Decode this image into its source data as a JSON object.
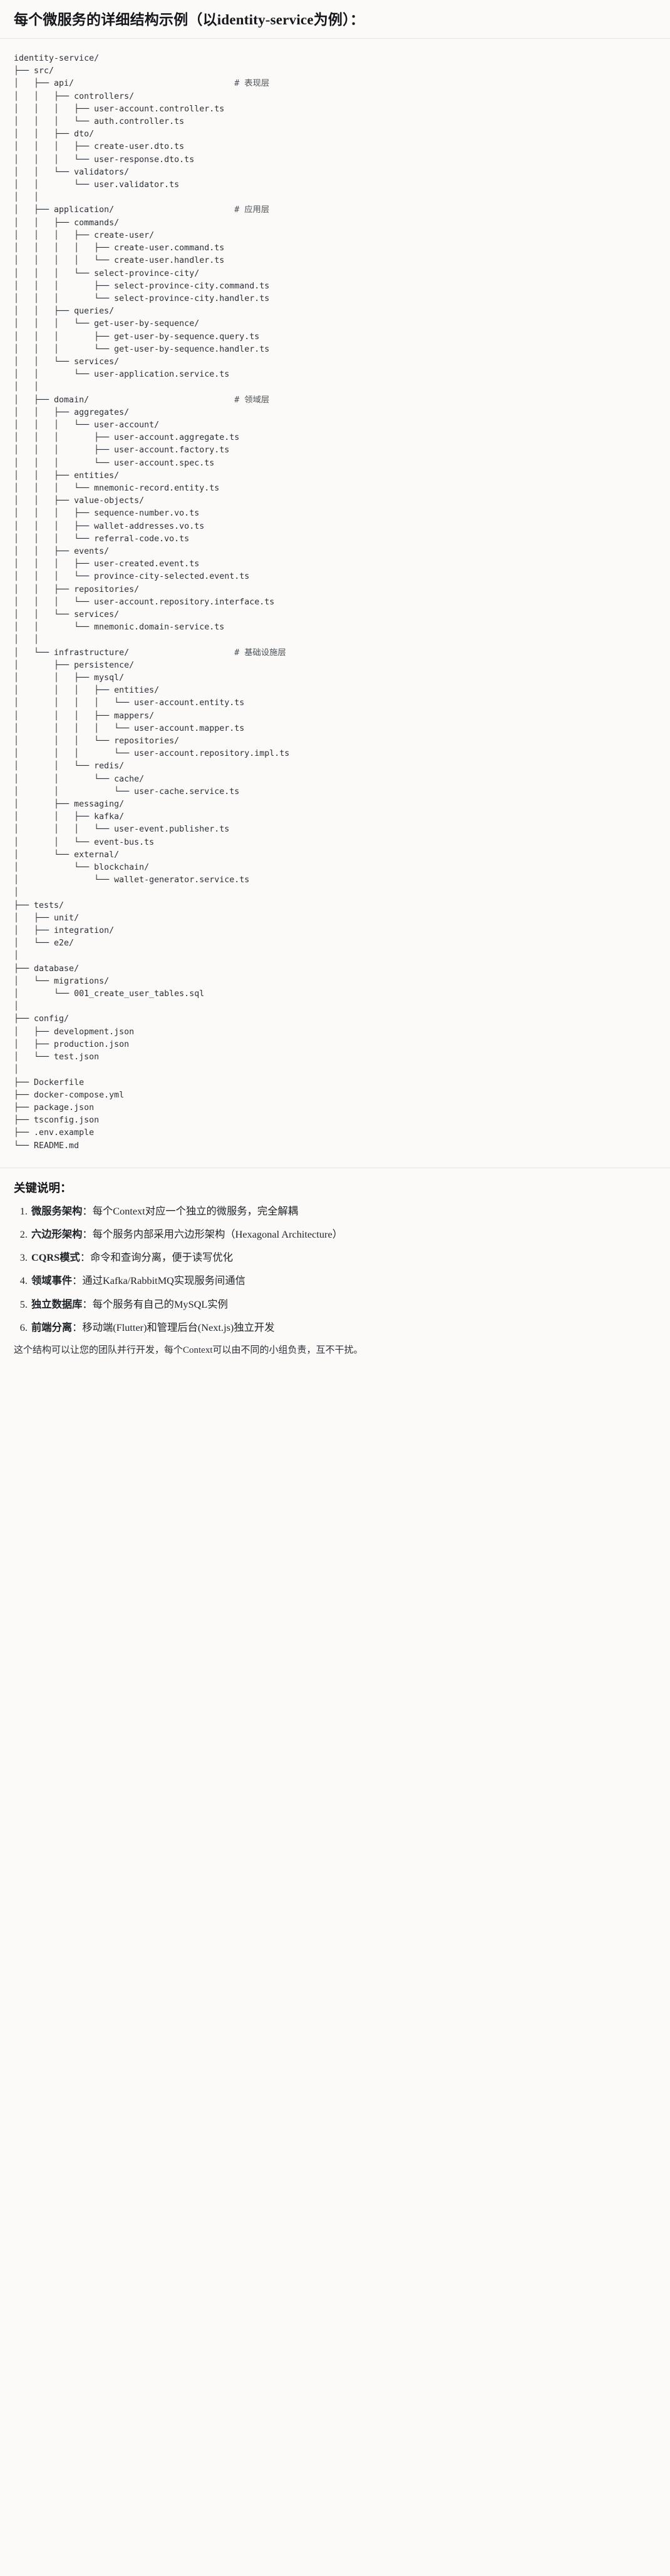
{
  "heading": "每个微服务的详细结构示例（以identity-service为例）：",
  "tree": {
    "root": "identity-service/",
    "lines": [
      {
        "prefix": "identity-service/",
        "comment": ""
      },
      {
        "prefix": "├── src/",
        "comment": ""
      },
      {
        "prefix": "│   ├── api/",
        "comment": "# 表现层"
      },
      {
        "prefix": "│   │   ├── controllers/",
        "comment": ""
      },
      {
        "prefix": "│   │   │   ├── user-account.controller.ts",
        "comment": ""
      },
      {
        "prefix": "│   │   │   └── auth.controller.ts",
        "comment": ""
      },
      {
        "prefix": "│   │   ├── dto/",
        "comment": ""
      },
      {
        "prefix": "│   │   │   ├── create-user.dto.ts",
        "comment": ""
      },
      {
        "prefix": "│   │   │   └── user-response.dto.ts",
        "comment": ""
      },
      {
        "prefix": "│   │   └── validators/",
        "comment": ""
      },
      {
        "prefix": "│   │       └── user.validator.ts",
        "comment": ""
      },
      {
        "prefix": "│   │",
        "comment": ""
      },
      {
        "prefix": "│   ├── application/",
        "comment": "# 应用层"
      },
      {
        "prefix": "│   │   ├── commands/",
        "comment": ""
      },
      {
        "prefix": "│   │   │   ├── create-user/",
        "comment": ""
      },
      {
        "prefix": "│   │   │   │   ├── create-user.command.ts",
        "comment": ""
      },
      {
        "prefix": "│   │   │   │   └── create-user.handler.ts",
        "comment": ""
      },
      {
        "prefix": "│   │   │   └── select-province-city/",
        "comment": ""
      },
      {
        "prefix": "│   │   │       ├── select-province-city.command.ts",
        "comment": ""
      },
      {
        "prefix": "│   │   │       └── select-province-city.handler.ts",
        "comment": ""
      },
      {
        "prefix": "│   │   ├── queries/",
        "comment": ""
      },
      {
        "prefix": "│   │   │   └── get-user-by-sequence/",
        "comment": ""
      },
      {
        "prefix": "│   │   │       ├── get-user-by-sequence.query.ts",
        "comment": ""
      },
      {
        "prefix": "│   │   │       └── get-user-by-sequence.handler.ts",
        "comment": ""
      },
      {
        "prefix": "│   │   └── services/",
        "comment": ""
      },
      {
        "prefix": "│   │       └── user-application.service.ts",
        "comment": ""
      },
      {
        "prefix": "│   │",
        "comment": ""
      },
      {
        "prefix": "│   ├── domain/",
        "comment": "# 领域层"
      },
      {
        "prefix": "│   │   ├── aggregates/",
        "comment": ""
      },
      {
        "prefix": "│   │   │   └── user-account/",
        "comment": ""
      },
      {
        "prefix": "│   │   │       ├── user-account.aggregate.ts",
        "comment": ""
      },
      {
        "prefix": "│   │   │       ├── user-account.factory.ts",
        "comment": ""
      },
      {
        "prefix": "│   │   │       └── user-account.spec.ts",
        "comment": ""
      },
      {
        "prefix": "│   │   ├── entities/",
        "comment": ""
      },
      {
        "prefix": "│   │   │   └── mnemonic-record.entity.ts",
        "comment": ""
      },
      {
        "prefix": "│   │   ├── value-objects/",
        "comment": ""
      },
      {
        "prefix": "│   │   │   ├── sequence-number.vo.ts",
        "comment": ""
      },
      {
        "prefix": "│   │   │   ├── wallet-addresses.vo.ts",
        "comment": ""
      },
      {
        "prefix": "│   │   │   └── referral-code.vo.ts",
        "comment": ""
      },
      {
        "prefix": "│   │   ├── events/",
        "comment": ""
      },
      {
        "prefix": "│   │   │   ├── user-created.event.ts",
        "comment": ""
      },
      {
        "prefix": "│   │   │   └── province-city-selected.event.ts",
        "comment": ""
      },
      {
        "prefix": "│   │   ├── repositories/",
        "comment": ""
      },
      {
        "prefix": "│   │   │   └── user-account.repository.interface.ts",
        "comment": ""
      },
      {
        "prefix": "│   │   └── services/",
        "comment": ""
      },
      {
        "prefix": "│   │       └── mnemonic.domain-service.ts",
        "comment": ""
      },
      {
        "prefix": "│   │",
        "comment": ""
      },
      {
        "prefix": "│   └── infrastructure/",
        "comment": "# 基础设施层"
      },
      {
        "prefix": "│       ├── persistence/",
        "comment": ""
      },
      {
        "prefix": "│       │   ├── mysql/",
        "comment": ""
      },
      {
        "prefix": "│       │   │   ├── entities/",
        "comment": ""
      },
      {
        "prefix": "│       │   │   │   └── user-account.entity.ts",
        "comment": ""
      },
      {
        "prefix": "│       │   │   ├── mappers/",
        "comment": ""
      },
      {
        "prefix": "│       │   │   │   └── user-account.mapper.ts",
        "comment": ""
      },
      {
        "prefix": "│       │   │   └── repositories/",
        "comment": ""
      },
      {
        "prefix": "│       │   │       └── user-account.repository.impl.ts",
        "comment": ""
      },
      {
        "prefix": "│       │   └── redis/",
        "comment": ""
      },
      {
        "prefix": "│       │       └── cache/",
        "comment": ""
      },
      {
        "prefix": "│       │           └── user-cache.service.ts",
        "comment": ""
      },
      {
        "prefix": "│       ├── messaging/",
        "comment": ""
      },
      {
        "prefix": "│       │   ├── kafka/",
        "comment": ""
      },
      {
        "prefix": "│       │   │   └── user-event.publisher.ts",
        "comment": ""
      },
      {
        "prefix": "│       │   └── event-bus.ts",
        "comment": ""
      },
      {
        "prefix": "│       └── external/",
        "comment": ""
      },
      {
        "prefix": "│           └── blockchain/",
        "comment": ""
      },
      {
        "prefix": "│               └── wallet-generator.service.ts",
        "comment": ""
      },
      {
        "prefix": "│",
        "comment": ""
      },
      {
        "prefix": "├── tests/",
        "comment": ""
      },
      {
        "prefix": "│   ├── unit/",
        "comment": ""
      },
      {
        "prefix": "│   ├── integration/",
        "comment": ""
      },
      {
        "prefix": "│   └── e2e/",
        "comment": ""
      },
      {
        "prefix": "│",
        "comment": ""
      },
      {
        "prefix": "├── database/",
        "comment": ""
      },
      {
        "prefix": "│   └── migrations/",
        "comment": ""
      },
      {
        "prefix": "│       └── 001_create_user_tables.sql",
        "comment": ""
      },
      {
        "prefix": "│",
        "comment": ""
      },
      {
        "prefix": "├── config/",
        "comment": ""
      },
      {
        "prefix": "│   ├── development.json",
        "comment": ""
      },
      {
        "prefix": "│   ├── production.json",
        "comment": ""
      },
      {
        "prefix": "│   └── test.json",
        "comment": ""
      },
      {
        "prefix": "│",
        "comment": ""
      },
      {
        "prefix": "├── Dockerfile",
        "comment": ""
      },
      {
        "prefix": "├── docker-compose.yml",
        "comment": ""
      },
      {
        "prefix": "├── package.json",
        "comment": ""
      },
      {
        "prefix": "├── tsconfig.json",
        "comment": ""
      },
      {
        "prefix": "├── .env.example",
        "comment": ""
      },
      {
        "prefix": "└── README.md",
        "comment": ""
      }
    ],
    "comment_column": 44
  },
  "notes": {
    "title": "关键说明：",
    "items": [
      {
        "term": "微服务架构",
        "text": "：每个Context对应一个独立的微服务，完全解耦"
      },
      {
        "term": "六边形架构",
        "text": "：每个服务内部采用六边形架构（Hexagonal Architecture）"
      },
      {
        "term": "CQRS模式",
        "text": "：命令和查询分离，便于读写优化"
      },
      {
        "term": "领域事件",
        "text": "：通过Kafka/RabbitMQ实现服务间通信"
      },
      {
        "term": "独立数据库",
        "text": "：每个服务有自己的MySQL实例"
      },
      {
        "term": "前端分离",
        "text": "：移动端(Flutter)和管理后台(Next.js)独立开发"
      }
    ],
    "footer": "这个结构可以让您的团队并行开发，每个Context可以由不同的小组负责，互不干扰。"
  }
}
